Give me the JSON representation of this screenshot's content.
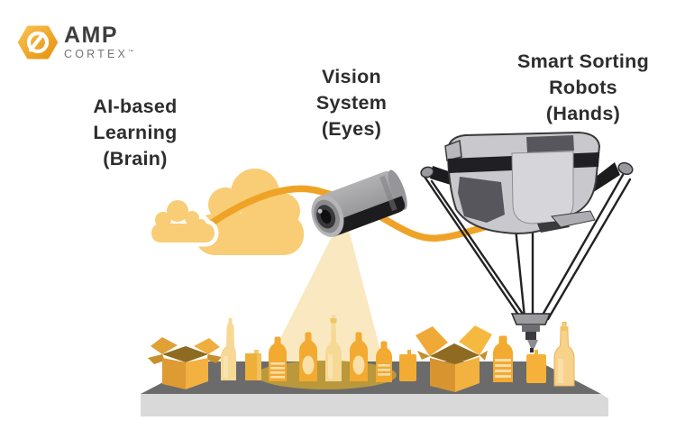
{
  "logo": {
    "brand": "AMP",
    "product": "CORTEX",
    "trademark": "™"
  },
  "annotations": {
    "brain": {
      "lines": [
        "AI-based",
        "Learning",
        "(Brain)"
      ]
    },
    "eyes": {
      "lines": [
        "Vision",
        "System",
        "(Eyes)"
      ]
    },
    "hands": {
      "lines": [
        "Smart Sorting",
        "Robots",
        "(Hands)"
      ]
    }
  },
  "colors": {
    "cloud_yellow": "#F8CD75",
    "curve_orange": "#EFA326",
    "item_orange": "#F2AA30",
    "box_orange": "#E8A33D",
    "box_interior": "#8F6B22",
    "spotlight_cream": "#FAE8C0",
    "spotlight_pool": "#BA983C",
    "conveyor_top": "#6B6B6B",
    "conveyor_front": "#D9D9D9",
    "robot_gray": "#C9C9CD",
    "robot_dark": "#56565C",
    "arm_black": "#1C1C1E",
    "text_dark": "#2D2D2D",
    "logo_gradient_start": "#F9C14F",
    "logo_gradient_end": "#E6920F"
  },
  "icons": {
    "logo_mark": "amp-hexagon-icon",
    "cloud": "cloud-icon",
    "camera": "camera-icon",
    "robot": "delta-robot-icon"
  }
}
